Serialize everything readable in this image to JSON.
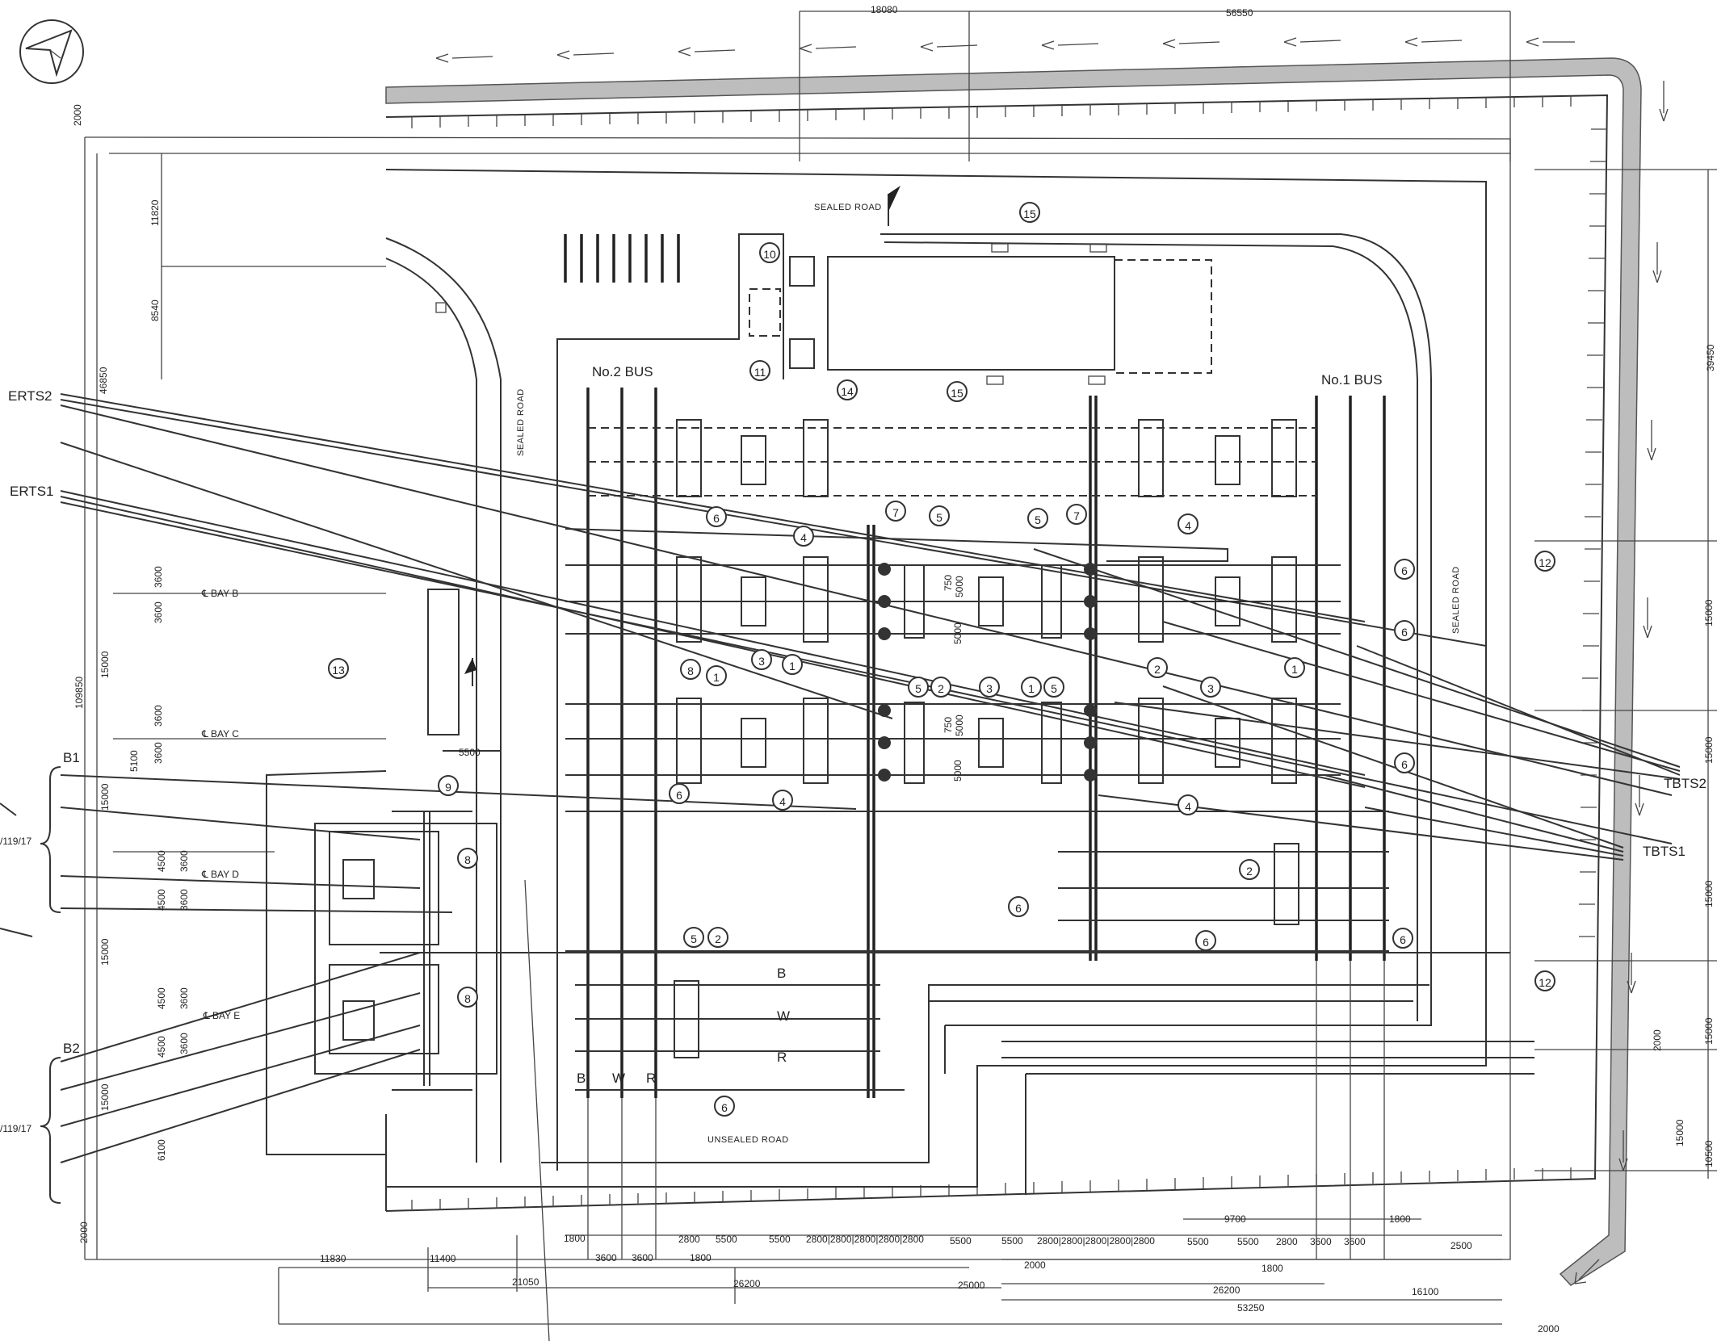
{
  "labels": {
    "erts2": "ERTS2",
    "erts1": "ERTS1",
    "tbts2": "TBTS2",
    "tbts1": "TBTS1",
    "b1": "B1",
    "b2": "B2",
    "line119_a": "/119/17",
    "line119_b": "/119/17",
    "no2_bus": "No.2  BUS",
    "no1_bus": "No.1  BUS",
    "sealed_road_top": "SEALED ROAD",
    "sealed_road_left": "SEALED ROAD",
    "sealed_road_right": "SEALED ROAD",
    "unsealed_road": "UNSEALED ROAD",
    "bay_b": "℄ BAY B",
    "bay_c": "℄ BAY C",
    "bay_d": "℄ BAY D",
    "bay_e": "℄ BAY E",
    "phase_b": "B",
    "phase_w": "W",
    "phase_r": "R",
    "phase_b2": "B",
    "phase_w2": "W",
    "phase_r2": "R"
  },
  "dimensions": {
    "top_18080": "18080",
    "top_56550": "56550",
    "left_2000_top": "2000",
    "left_11820": "11820",
    "left_8540": "8540",
    "left_46850": "46850",
    "left_109850": "109850",
    "left_15000_a": "15000",
    "left_15000_b": "15000",
    "left_15000_c": "15000",
    "left_15000_d": "15000",
    "left_5100": "5100",
    "left_6100": "6100",
    "left_2000_bot": "2000",
    "bay_3600_a": "3600",
    "bay_3600_b": "3600",
    "bay_3600_c": "3600",
    "bay_3600_d": "3600",
    "bay_4500_a": "4500",
    "bay_4500_b": "4500",
    "bay_4500_c": "4500",
    "bay_4500_d": "4500",
    "bay_3600_e": "3600",
    "bay_3600_f": "3600",
    "bay_3600_g": "3600",
    "bay_3600_h": "3600",
    "d5500_left": "5500",
    "d750_a": "750",
    "d750_b": "750",
    "d5000_a": "5000",
    "d5000_b": "5000",
    "d5000_c": "5000",
    "d5000_d": "5000",
    "right_39450": "39450",
    "right_15000_a": "15000",
    "right_15000_b": "15000",
    "right_15000_c": "15000",
    "right_15000_d": "15000",
    "right_2000": "2000",
    "right_15000_e": "15000",
    "right_10500": "10500",
    "bot_1800_a": "1800",
    "bot_2800": "2800",
    "bot_5500_a": "5500",
    "bot_5500_b": "5500",
    "bot_2800s_left": "2800|2800|2800|2800|2800",
    "bot_5500_c": "5500",
    "bot_5500_d": "5500",
    "bot_2800s_right": "2800|2800|2800|2800|2800",
    "bot_5500_e": "5500",
    "bot_5500_f": "5500",
    "bot_2800_r": "2800",
    "bot_3600_a": "3600",
    "bot_3600_b": "3600",
    "bot_3600_c": "3600",
    "bot_3600_d": "3600",
    "bot_1800_b": "1800",
    "bot_9700": "9700",
    "bot_1800_c": "1800",
    "bot_2500": "2500",
    "bot_1800_d": "1800",
    "bot_2000": "2000",
    "bot_11830": "11830",
    "bot_11400": "11400",
    "bot_21050": "21050",
    "bot_26200_a": "26200",
    "bot_25000": "25000",
    "bot_26200_b": "26200",
    "bot_16100": "16100",
    "bot_53250": "53250",
    "bot_2000_r": "2000"
  },
  "callouts": [
    "1",
    "2",
    "3",
    "4",
    "5",
    "6",
    "7",
    "8",
    "9",
    "10",
    "11",
    "12",
    "13",
    "14",
    "15"
  ],
  "icons": {
    "north_arrow": "north-arrow-icon",
    "flag": "flag-icon"
  }
}
